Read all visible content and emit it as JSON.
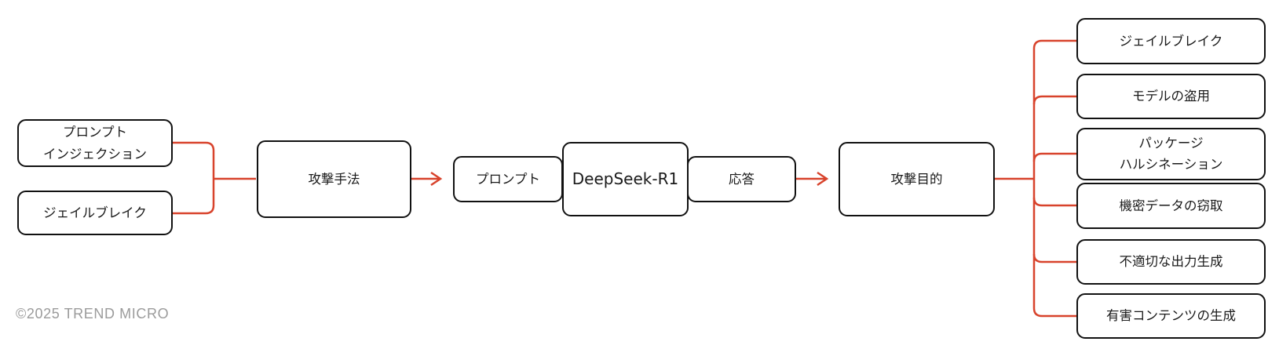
{
  "diagram": {
    "title_hint": "DeepSeek-R1 attack flow diagram",
    "attack_techniques": [
      {
        "label": "プロンプト\nインジェクション"
      },
      {
        "label": "ジェイルブレイク"
      }
    ],
    "attack_method": {
      "label": "攻撃手法"
    },
    "pipeline": {
      "prompt": {
        "label": "プロンプト"
      },
      "model": {
        "label": "DeepSeek-R1"
      },
      "response": {
        "label": "応答"
      }
    },
    "attack_goal": {
      "label": "攻撃目的"
    },
    "objectives": [
      {
        "label": "ジェイルブレイク"
      },
      {
        "label": "モデルの盗用"
      },
      {
        "label": "パッケージ\nハルシネーション"
      },
      {
        "label": "機密データの窃取"
      },
      {
        "label": "不適切な出力生成"
      },
      {
        "label": "有害コンテンツの生成"
      }
    ],
    "footer": {
      "copyright": "©2025 TREND MICRO"
    },
    "colors": {
      "connector_red": "#d8432c",
      "box_border": "#111111",
      "background": "#ffffff",
      "footer_text": "#9b9b9b"
    }
  }
}
